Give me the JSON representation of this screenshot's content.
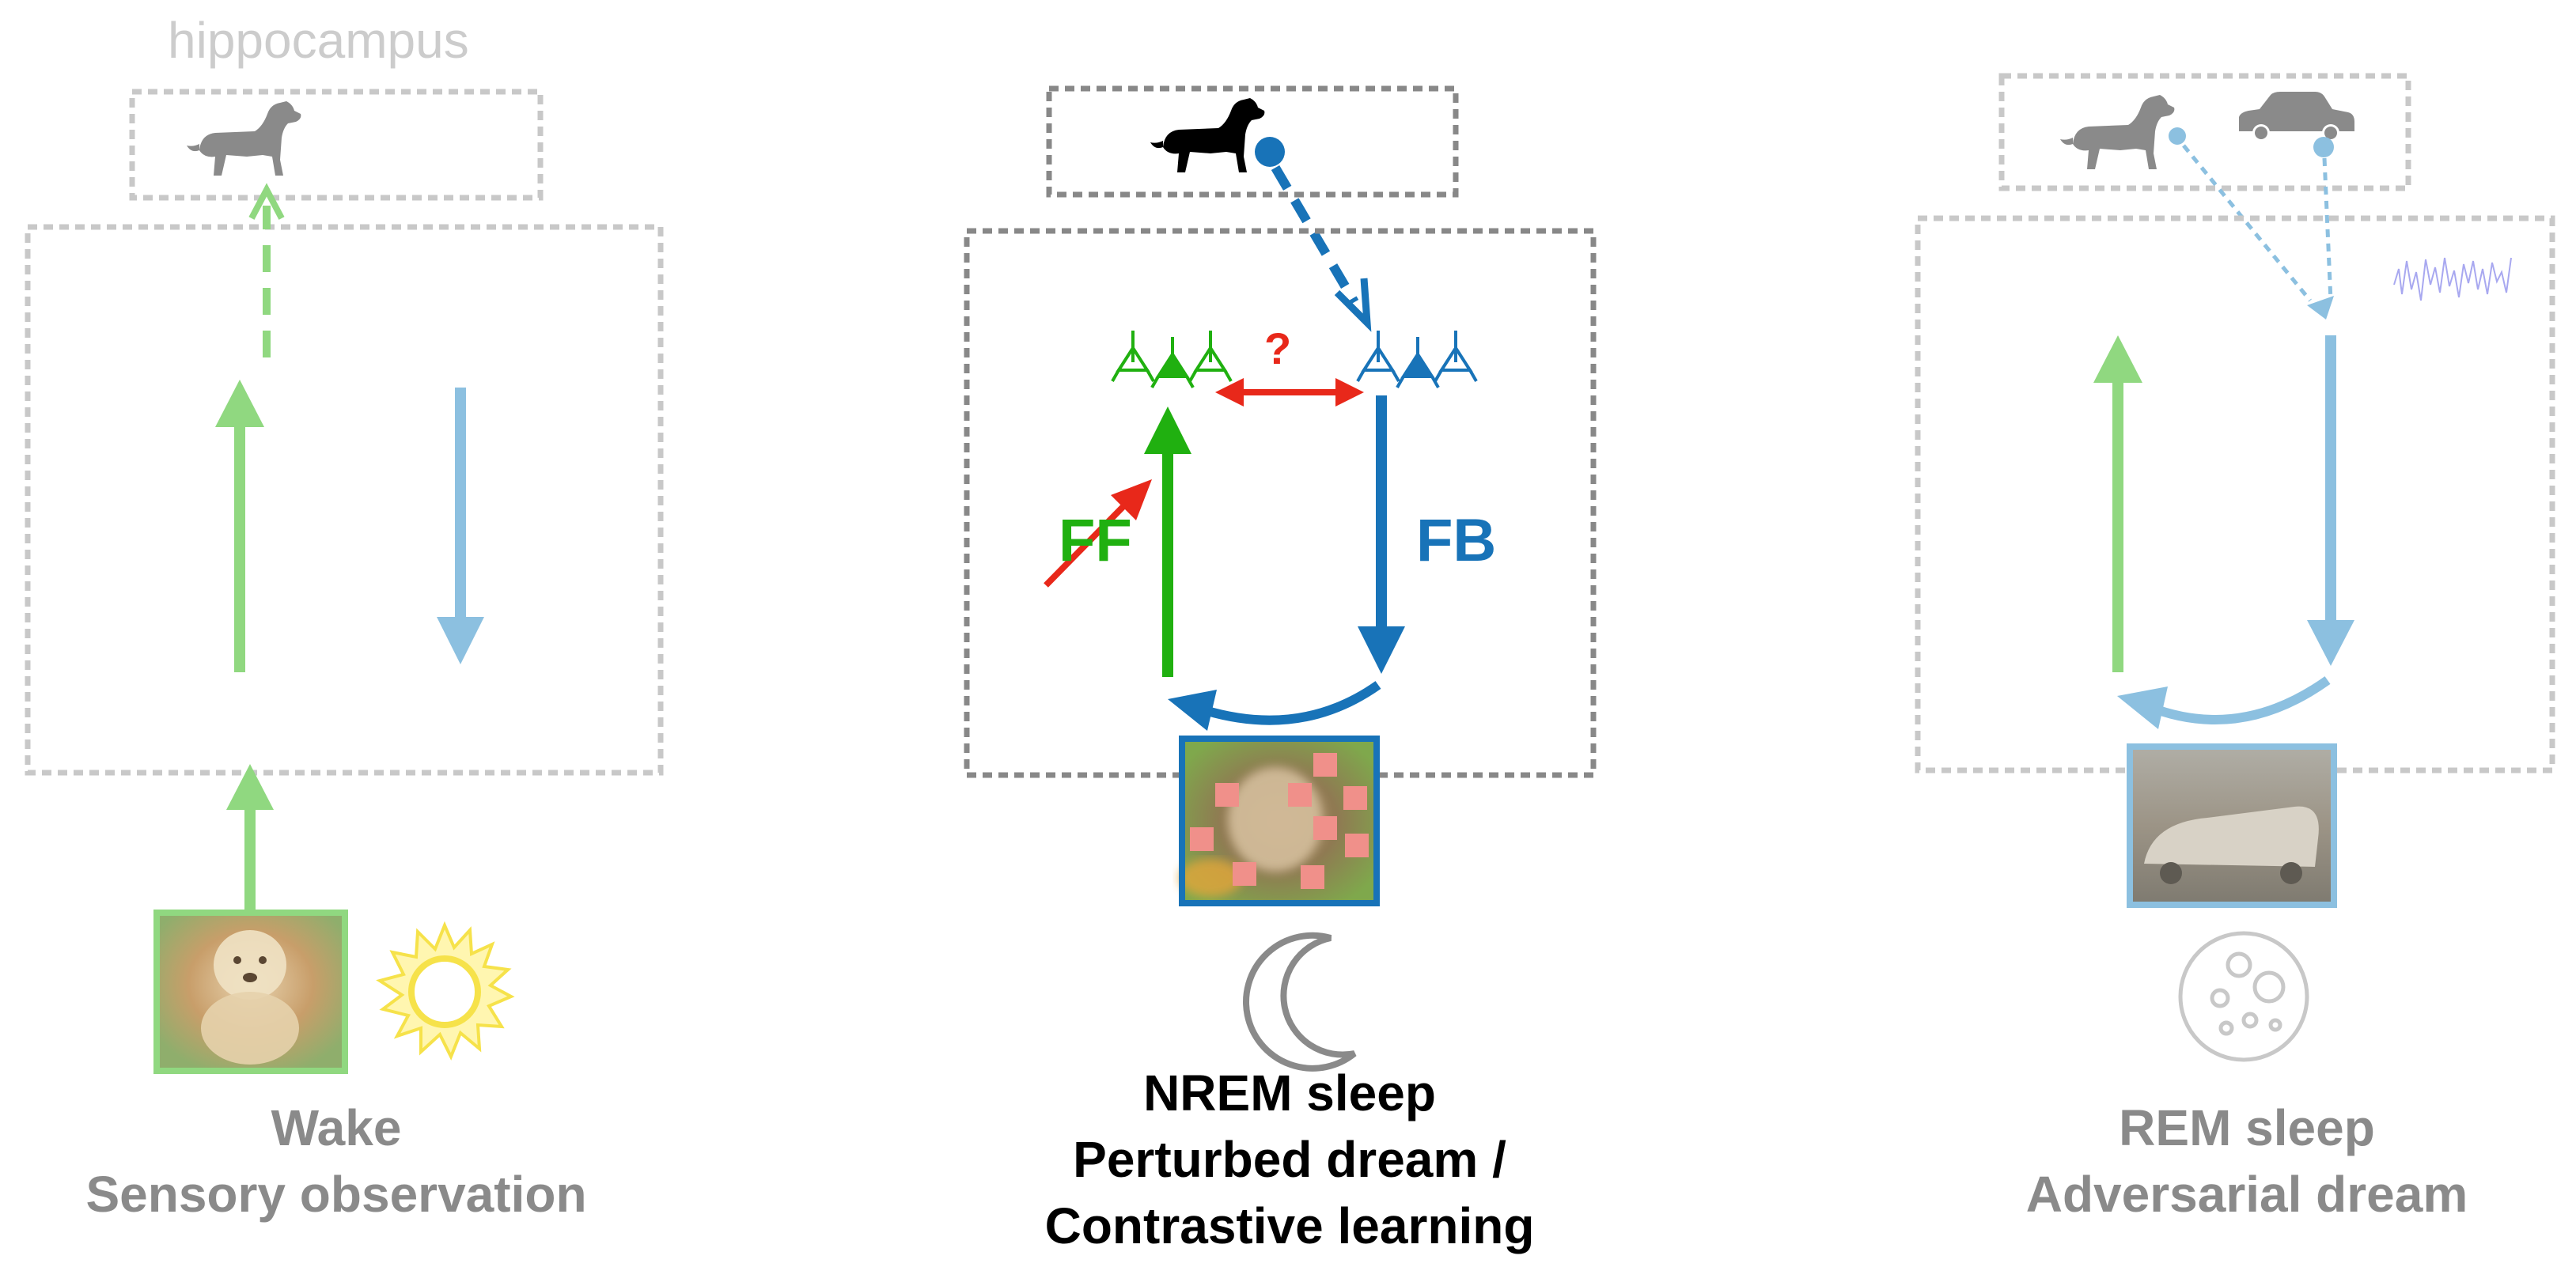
{
  "labels": {
    "hippocampus": "hippocampus",
    "ff": "FF",
    "fb": "FB",
    "question": "?"
  },
  "panels": [
    {
      "id": "wake",
      "line1": "Wake",
      "line2": "Sensory observation",
      "icon": "sun-icon"
    },
    {
      "id": "nrem",
      "line1": "NREM sleep",
      "line2": "Perturbed dream /",
      "line3": "Contrastive learning",
      "icon": "crescent-moon-icon"
    },
    {
      "id": "rem",
      "line1": "REM sleep",
      "line2": "Adversarial dream",
      "icon": "full-moon-icon"
    }
  ],
  "colors": {
    "feedforward": "#20b010",
    "feedback": "#1873b8",
    "feedforward_faded": "#90d880",
    "feedback_faded": "#8cc0e0",
    "perturbation": "#e8281a",
    "box_border": "#888888",
    "box_border_faded": "#c8c8c8"
  }
}
